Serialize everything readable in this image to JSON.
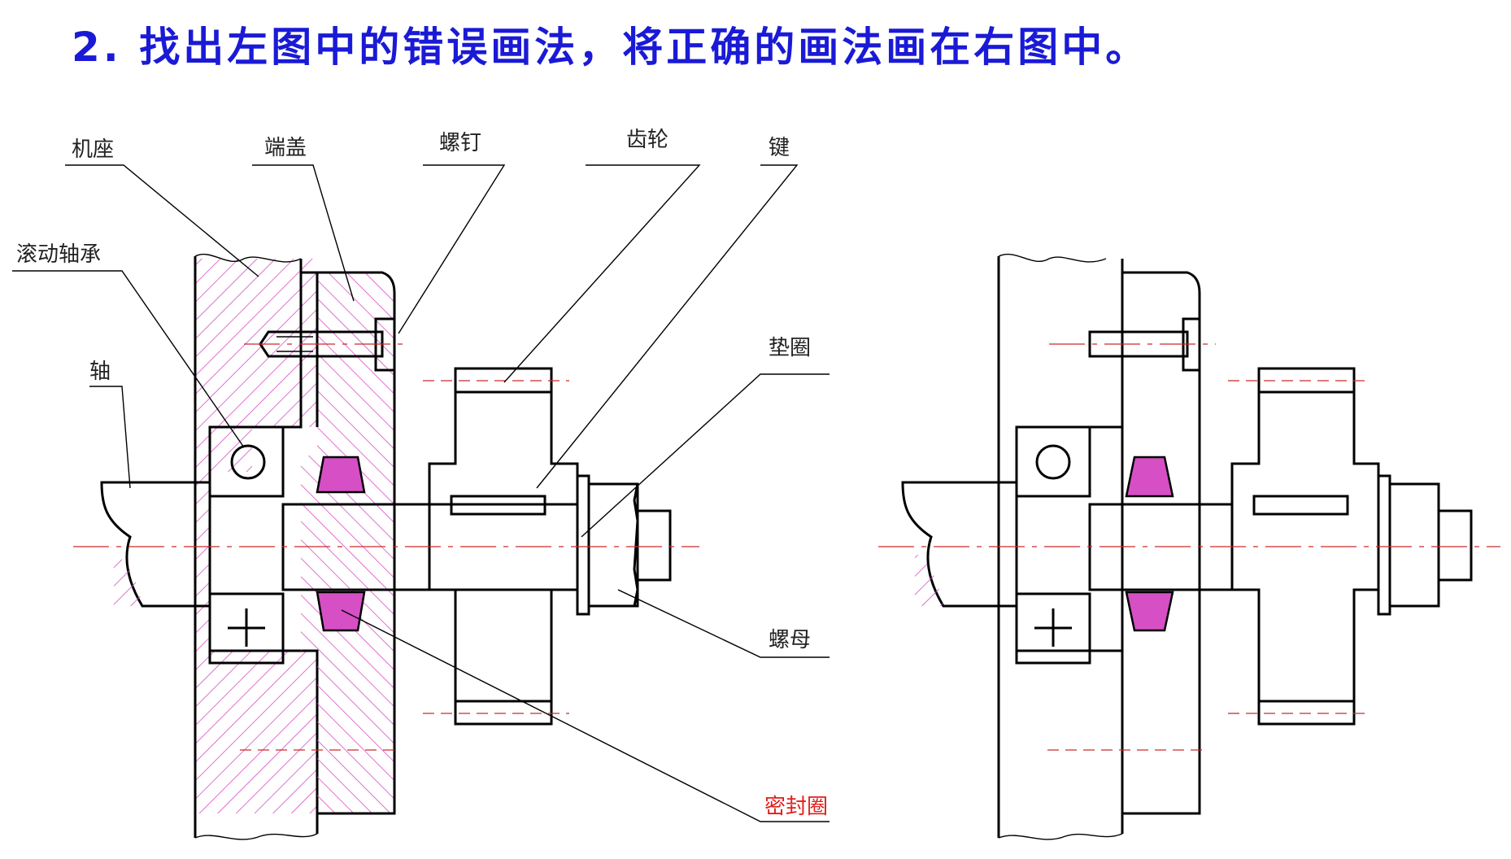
{
  "title": "2. 找出左图中的错误画法，将正确的画法画在右图中。",
  "labels": {
    "base": "机座",
    "end_cover": "端盖",
    "screw": "螺钉",
    "gear": "齿轮",
    "key": "键",
    "bearing": "滚动轴承",
    "shaft": "轴",
    "washer": "垫圈",
    "nut": "螺母",
    "seal": "密封圈"
  },
  "colors": {
    "title": "#1a1ad6",
    "hatch": "#d64fc4",
    "centerline": "#cc2a2a",
    "seal_label": "#e0201b"
  }
}
